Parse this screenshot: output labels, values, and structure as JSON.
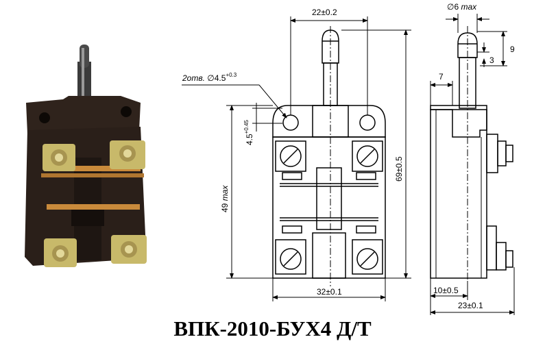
{
  "title": "ВПК-2010-БУХ4 Д/Т",
  "dimensions": {
    "front_top_width": "22±0.2",
    "holes_label": "2отв.",
    "holes_dia": "∅4.5",
    "holes_tol": "+0.3",
    "hole_offset": "4.5",
    "hole_offset_tol": "+0.45",
    "body_height": "49",
    "body_height_unit": "max",
    "total_height": "69±0.5",
    "base_width": "32±0.1",
    "plunger_dia": "∅6",
    "plunger_dia_unit": "max",
    "side_9": "9",
    "side_3": "3",
    "side_7": "7",
    "side_10": "10±0.5",
    "side_23": "23±0.1"
  },
  "colors": {
    "body": "#2a1f19",
    "terminal": "#c8b96a",
    "line": "#000000"
  }
}
